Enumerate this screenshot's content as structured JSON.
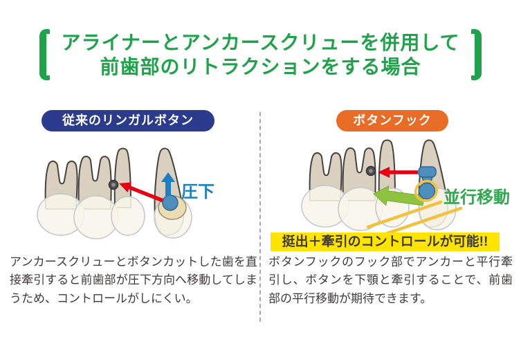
{
  "title": {
    "line1": "アライナーとアンカースクリューを併用して",
    "line2": "前歯部のリトラクションをする場合"
  },
  "left_panel": {
    "badge": "従来のリンガルボタン",
    "annotation": "圧下",
    "description": "アンカースクリューとボタンカットした歯を直接牽引すると前歯部が圧下方向へ移動してしまうため、コントロールがしにくい。"
  },
  "right_panel": {
    "badge": "ボタンフック",
    "annotation": "並行移動",
    "highlight": "挺出＋牽引のコントロールが可能!!",
    "description": "ボタンフックのフック部でアンカーと平行牽引し、ボタンを下顎と牽引することで、前歯部の平行移動が期待できます。"
  },
  "colors": {
    "title_green": "#1ea24a",
    "badge_navy": "#2b3c8f",
    "badge_orange": "#e96c26",
    "arrow_red": "#e60012",
    "arrow_blue": "#1c7fc2",
    "arrow_green": "#8dc33e",
    "annotation_green": "#2fa84f",
    "highlight_yellow": "#ffe400",
    "elastic_yellow": "#f2c13d",
    "tooth_root_fill": "#d9d0bf",
    "tooth_crown_fill": "#f8f5ea",
    "body_text": "#3e3a39"
  }
}
